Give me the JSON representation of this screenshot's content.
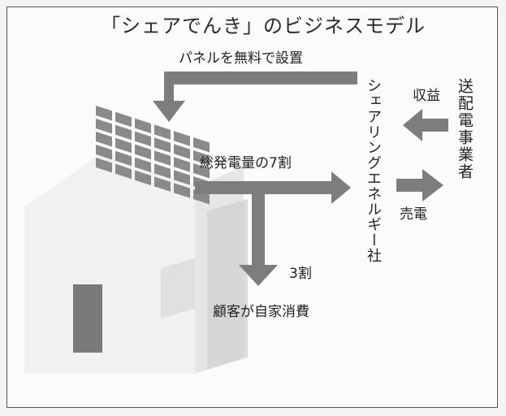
{
  "title": "「シェアでんき」のビジネスモデル",
  "labels": {
    "install_panels": "パネルを無料で設置",
    "seventy_percent": "総発電量の7割",
    "thirty_percent": "3割",
    "self_consumption": "顧客が自家消費",
    "revenue": "収益",
    "sale": "売電"
  },
  "entities": {
    "sharing_energy": "シェアリングエネルギー社",
    "utility": "送配電事業者"
  },
  "colors": {
    "arrow": "#7d7d7d",
    "panel_cell": "#8a8a8a",
    "house_shade": "#c4c4c4"
  }
}
